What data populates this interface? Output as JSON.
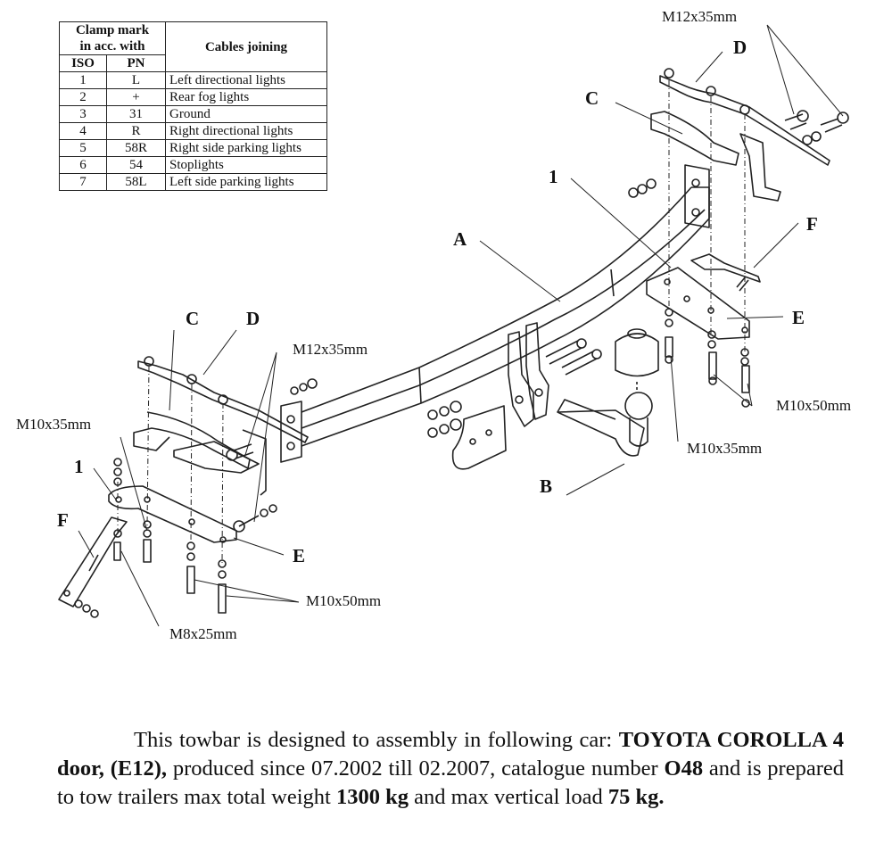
{
  "table": {
    "header_group": "Clamp mark in acc. with",
    "header_group_line1": "Clamp mark",
    "header_group_line2": "in acc. with",
    "col_iso": "ISO",
    "col_pn": "PN",
    "col_cables": "Cables joining",
    "rows": [
      {
        "iso": "1",
        "pn": "L",
        "cable": "Left directional lights"
      },
      {
        "iso": "2",
        "pn": "+",
        "cable": "Rear fog lights"
      },
      {
        "iso": "3",
        "pn": "31",
        "cable": "Ground"
      },
      {
        "iso": "4",
        "pn": "R",
        "cable": "Right directional lights"
      },
      {
        "iso": "5",
        "pn": "58R",
        "cable": "Right side parking lights"
      },
      {
        "iso": "6",
        "pn": "54",
        "cable": "Stoplights"
      },
      {
        "iso": "7",
        "pn": "58L",
        "cable": "Left side parking lights"
      }
    ]
  },
  "labels": {
    "A": "A",
    "B": "B",
    "C_right": "C",
    "D_right": "D",
    "E_right": "E",
    "F_right": "F",
    "one_right": "1",
    "C_left": "C",
    "D_left": "D",
    "E_left": "E",
    "F_left": "F",
    "one_left": "1",
    "bolt_m12_right": "M12x35mm",
    "bolt_m12_left": "M12x35mm",
    "bolt_m10x35_left": "M10x35mm",
    "bolt_m10x35_right": "M10x35mm",
    "bolt_m10x50_left": "M10x50mm",
    "bolt_m10x50_right": "M10x50mm",
    "bolt_m8x25": "M8x25mm"
  },
  "description": {
    "intro": "This towbar is designed to assembly in following car:",
    "car_model": "TOYOTA COROLLA 4 door, (E12),",
    "production": "produced since 07.2002 till 02.2007, catalogue number",
    "catalogue_number": "O48",
    "tow_text": "and is prepared to tow trailers max total weight",
    "max_weight": "1300 kg",
    "load_text": "and max vertical load",
    "max_load": "75 kg."
  }
}
